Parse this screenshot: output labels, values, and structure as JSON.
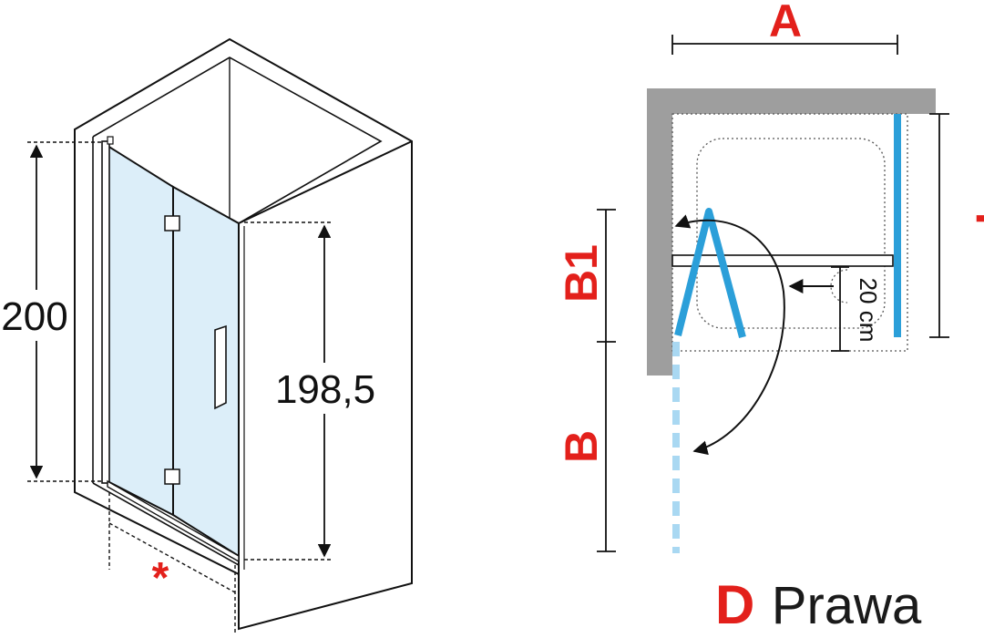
{
  "left_diagram": {
    "height_total": "200",
    "height_door": "198,5",
    "asterisk": "*"
  },
  "right_diagram": {
    "label_a": "A",
    "label_f": "F",
    "label_b1": "B1",
    "label_b": "B",
    "clearance": "20 cm"
  },
  "caption": {
    "letter": "D",
    "side": "Prawa"
  },
  "colors": {
    "accent_red": "#e3201b",
    "glass_blue": "#2b9fd9",
    "glass_light_blue": "#a9d8f2",
    "wall_gray": "#9e9e9e",
    "glass_fill": "#dceef9"
  }
}
